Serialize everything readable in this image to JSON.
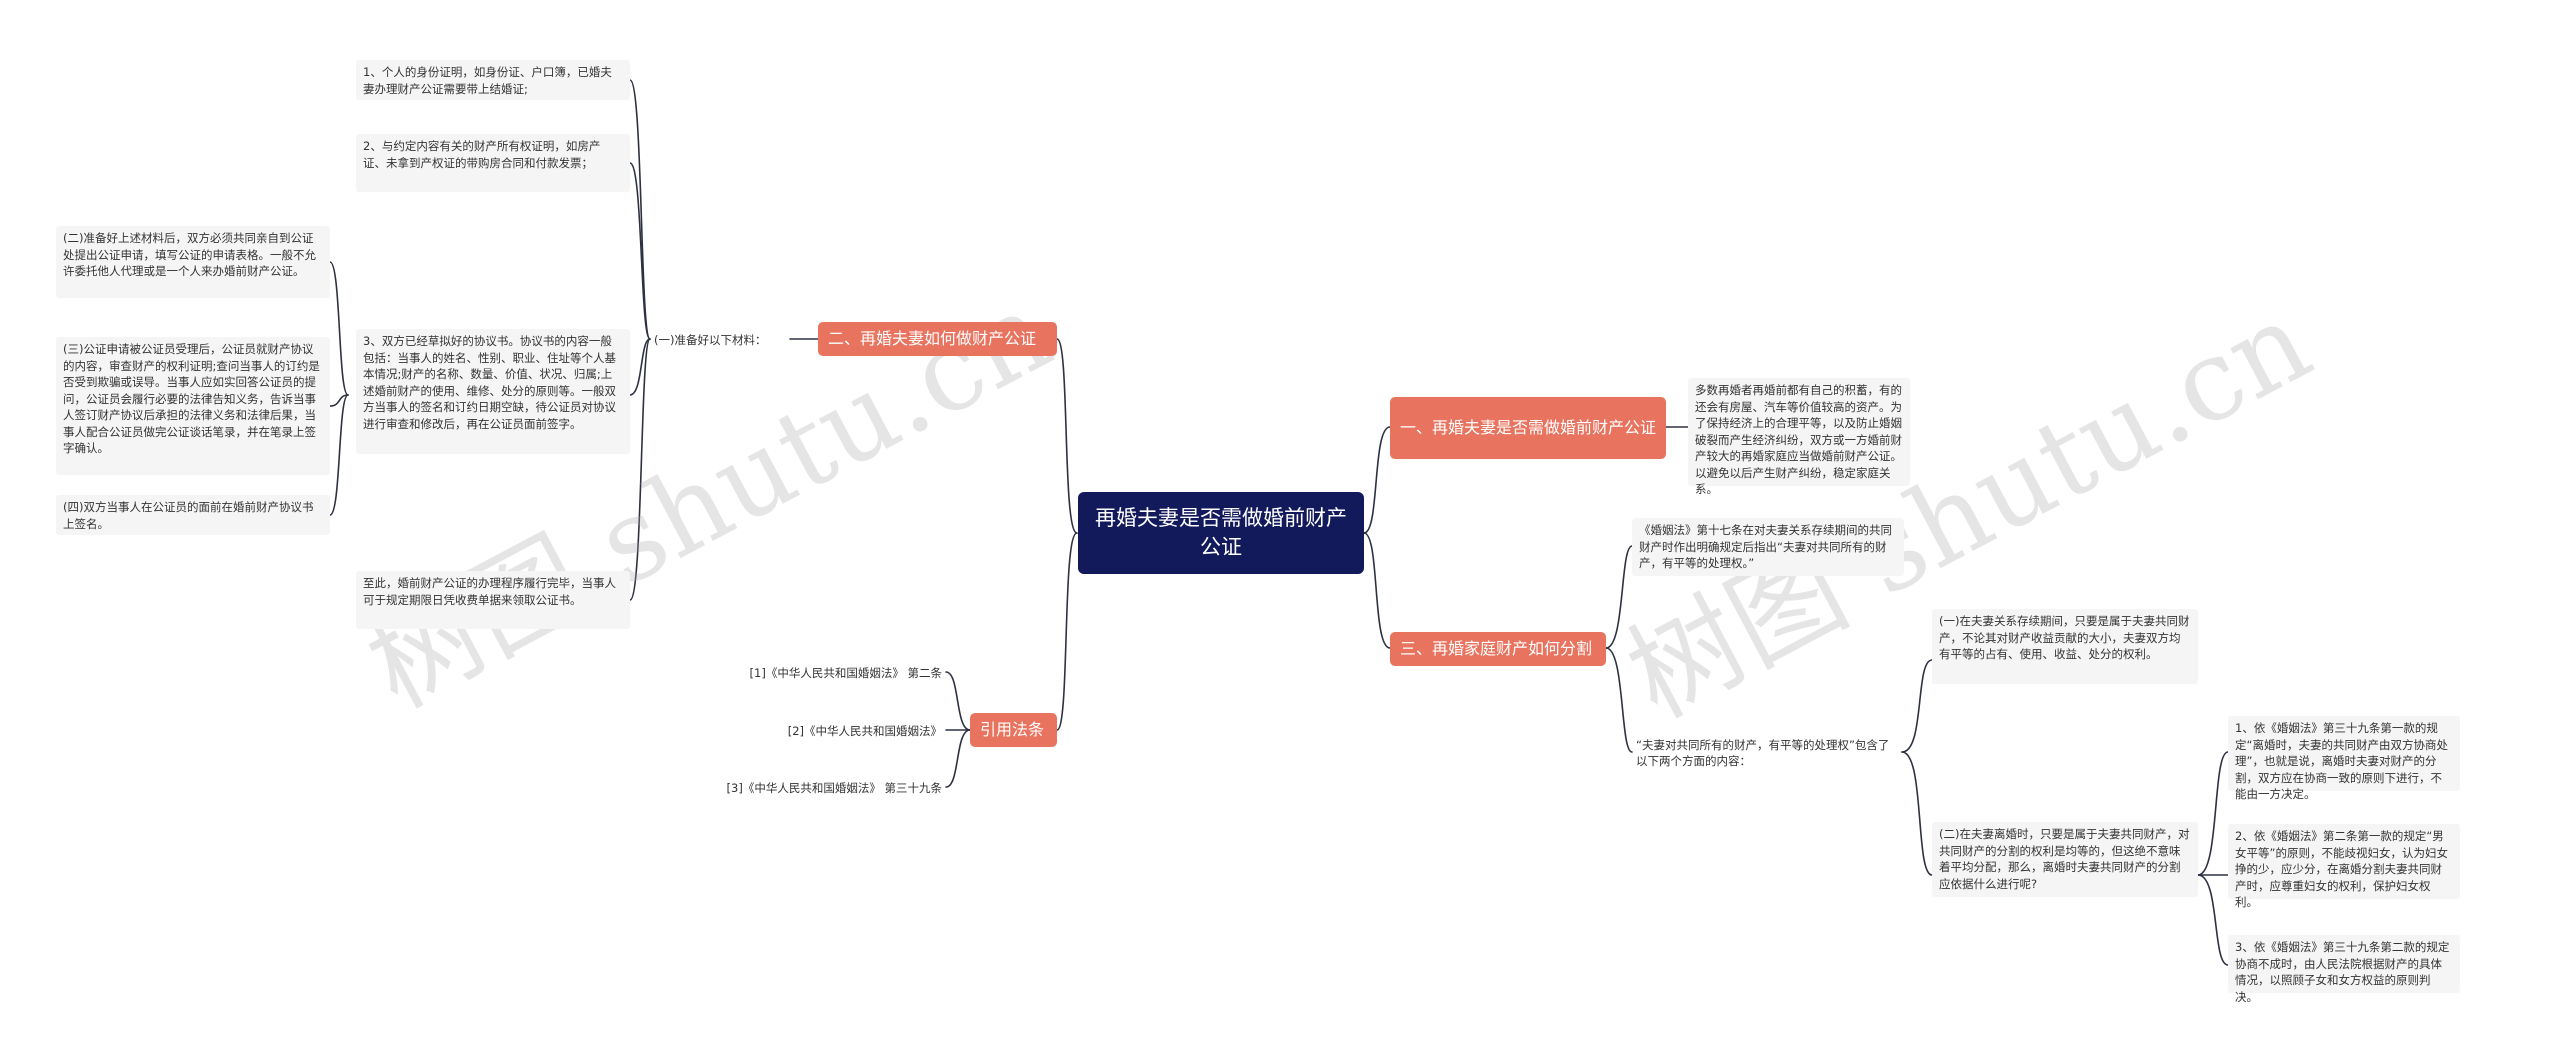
{
  "root": {
    "title": "再婚夫妻是否需做婚前财产公证"
  },
  "branches": {
    "how_to": "二、再婚夫妻如何做财产公证",
    "whether": "一、再婚夫妻是否需做婚前财产公证",
    "division": "三、再婚家庭财产如何分割",
    "laws": "引用法条"
  },
  "how_to": {
    "prepare_label": "(一)准备好以下材料：",
    "items": [
      "1、个人的身份证明，如身份证、户口簿，已婚夫妻办理财产公证需要带上结婚证;",
      "2、与约定内容有关的财产所有权证明，如房产证、未拿到产权证的带购房合同和付款发票；",
      "3、双方已经草拟好的协议书。协议书的内容一般包括：当事人的姓名、性别、职业、住址等个人基本情况;财产的名称、数量、价值、状况、归属;上述婚前财产的使用、维修、处分的原则等。一般双方当事人的签名和订约日期空缺，待公证员对协议进行审查和修改后，再在公证员面前签字。",
      "至此，婚前财产公证的办理程序履行完毕，当事人可于规定期限日凭收费单据来领取公证书。"
    ],
    "sub_items": [
      "(二)准备好上述材料后，双方必须共同亲自到公证处提出公证申请，填写公证的申请表格。一般不允许委托他人代理或是一个人来办婚前财产公证。",
      "(三)公证申请被公证员受理后，公证员就财产协议的内容，审查财产的权利证明;查问当事人的订约是否受到欺骗或误导。当事人应如实回答公证员的提问，公证员会履行必要的法律告知义务，告诉当事人签订财产协议后承担的法律义务和法律后果，当事人配合公证员做完公证谈话笔录，并在笔录上签字确认。",
      "(四)双方当事人在公证员的面前在婚前财产协议书上签名。"
    ]
  },
  "whether": {
    "text": "多数再婚者再婚前都有自己的积蓄，有的还会有房屋、汽车等价值较高的资产。为了保持经济上的合理平等，以及防止婚姻破裂而产生经济纠纷，双方或一方婚前财产较大的再婚家庭应当做婚前财产公证。以避免以后产生财产纠纷，稳定家庭关系。"
  },
  "division": {
    "intro": "《婚姻法》第十七条在对夫妻关系存续期间的共同财产时作出明确规定后指出“夫妻对共同所有的财产，有平等的处理权。”",
    "equal_label": "“夫妻对共同所有的财产，有平等的处理权”包含了以下两个方面的内容：",
    "aspects": [
      "(一)在夫妻关系存续期间，只要是属于夫妻共同财产，不论其对财产收益贡献的大小，夫妻双方均有平等的占有、使用、收益、处分的权利。",
      "(二)在夫妻离婚时，只要是属于夫妻共同财产，对共同财产的分割的权利是均等的，但这绝不意味着平均分配，那么，离婚时夫妻共同财产的分割应依据什么进行呢?"
    ],
    "principles": [
      "1、依《婚姻法》第三十九条第一款的规定“离婚时，夫妻的共同财产由双方协商处理”，也就是说，离婚时夫妻对财产的分割，双方应在协商一致的原则下进行，不能由一方决定。",
      "2、依《婚姻法》第二条第一款的规定“男女平等”的原则，不能歧视妇女，认为妇女挣的少，应少分，在离婚分割夫妻共同财产时，应尊重妇女的权利，保护妇女权利。",
      "3、依《婚姻法》第三十九条第二款的规定协商不成时，由人民法院根据财产的具体情况，以照顾子女和女方权益的原则判决。"
    ]
  },
  "laws": {
    "items": [
      "[1]《中华人民共和国婚姻法》 第二条",
      "[2]《中华人民共和国婚姻法》",
      "[3]《中华人民共和国婚姻法》 第三十九条"
    ]
  },
  "watermark": {
    "left": "树图 shutu.cn",
    "right": "树图 shutu.cn"
  },
  "colors": {
    "root": "#131a5c",
    "branch": "#e8735f",
    "leaf_bg": "#f5f5f5",
    "connector": "#2d3142"
  }
}
